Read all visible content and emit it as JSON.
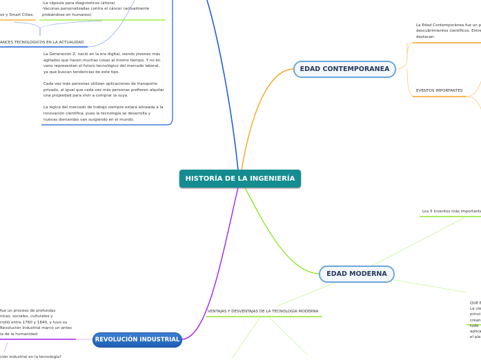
{
  "central": {
    "label": "HISTORÍA DE LA INGENIERÍA",
    "color": "#158c8f"
  },
  "branches": {
    "contemporanea": {
      "label": "EDAD CONTEMPORANEA",
      "color": "#f7a21b",
      "intro": [
        "La Edad Contemporánea fue un p",
        "descubrimientos científicos. Entre",
        "destacan:"
      ],
      "eventos": "EVENTOS IMPORTANTES"
    },
    "moderna": {
      "label": "EDAD MODERNA",
      "color": "#8ee62b",
      "inventos": "Los 5 inventos más importante",
      "que_es": [
        "QUE E",
        "La cie",
        "princi",
        "crean",
        "todo",
        "aplica",
        "el pla"
      ],
      "ventajas": "VENTAJAS Y DESVENTAJAS DE LA TECNOLOGÍA MODERNA"
    },
    "revolucion": {
      "label": "REVOLUCIÓN INDUSTRIAL",
      "color": "#a020f0",
      "intro": [
        "fue un proceso de profundas",
        "nicas, sociales, culturales y",
        "rrolló entre 1760 y 1840, y tuvo su",
        "Revolución Industrial marcó un antes",
        "ia de la humanidad."
      ],
      "pregunta": "ción industrial en la tecnología?"
    },
    "actualidad": {
      "color": "#1f5fd8",
      "smart": "os y Smart Cities.",
      "capsula": [
        "-La cápsula para diagnósticos (ahora)",
        "-Vacunas personalizadas contra el cáncer (actualmente",
        "probándose en humanos)"
      ],
      "title": "ANCES TECNOLOGICOS EN LA ACTUALIDAD",
      "genz": [
        "La Generación Z, nació en la era digital, siendo jóvenes más",
        "agitados que hacen muchas cosas al mismo tiempo. Y no en",
        "vano representan el futuro tecnológico del mercado laboral,",
        "ya que buscan tendencias de este tipo.",
        "",
        "Cada vez más personas utilizan aplicaciones de transporte",
        "privado, al igual que cada vez más personas prefieren alquilar",
        "una propiedad para vivir a comprar la suya.",
        "",
        "La lógica del mercado de trabajo siempre estará alineada a la",
        "innovación científica, pues la tecnología se desarrolla y",
        "nuevas demandas van surgiendo en el mundo."
      ]
    }
  }
}
